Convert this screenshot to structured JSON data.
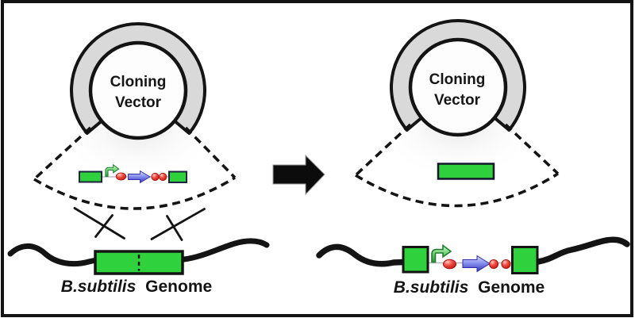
{
  "colors": {
    "frame_black": "#141414",
    "ring_gray": "#d9d9d9",
    "vector_fill": "#fdfdfd",
    "gene_green": "#2fd23c",
    "gene_border_dark": "#1b2440",
    "genome_line_black": "#141414",
    "blue_arrow": "#4b4bcf",
    "red_dot": "#de2a20",
    "promoter_green": "#3fae4e",
    "baseline_gray": "#b5b5b5"
  },
  "left_panel": {
    "vector_label_line1": "Cloning",
    "vector_label_line2": "Vector",
    "genome_label_italic": "B.subtilis",
    "genome_label_regular": "Genome"
  },
  "right_panel": {
    "vector_label_line1": "Cloning",
    "vector_label_line2": "Vector",
    "genome_label_italic": "B.subtilis",
    "genome_label_regular": "Genome"
  }
}
